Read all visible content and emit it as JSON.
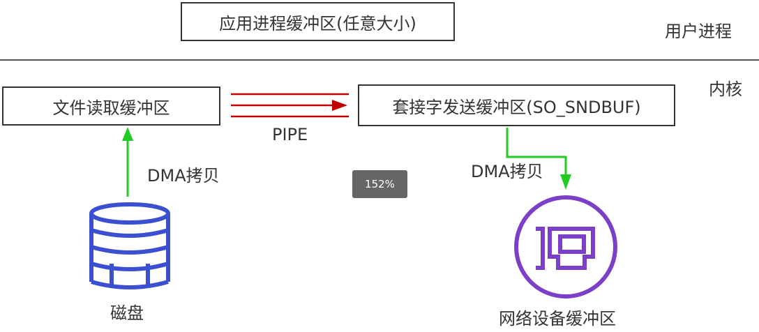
{
  "user_space": {
    "label": "用户进程",
    "app_buffer": "应用进程缓冲区(任意大小)"
  },
  "kernel": {
    "label": "内核",
    "file_buffer": "文件读取缓冲区",
    "socket_buffer": "套接字发送缓冲区(SO_SNDBUF)",
    "pipe_label": "PIPE"
  },
  "transfers": {
    "dma_left": "DMA拷贝",
    "dma_right": "DMA拷贝"
  },
  "devices": {
    "disk_label": "磁盘",
    "nic_label": "网络设备缓冲区"
  },
  "zoom": {
    "value": "152%"
  },
  "colors": {
    "pipe_arrow": "#c00000",
    "dma_arrow": "#22cc22",
    "disk_icon": "#3b4fd1",
    "nic_icon": "#7b3fc8"
  },
  "icons": {
    "disk": "database-icon",
    "nic": "network-card-icon"
  }
}
